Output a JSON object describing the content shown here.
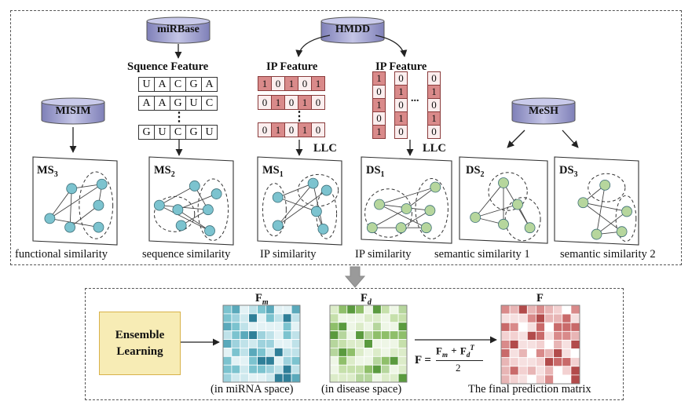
{
  "databases": {
    "mirbase": "miRBase",
    "hmdd": "HMDD",
    "misim": "MISIM",
    "mesh": "MeSH"
  },
  "sequence": {
    "title": "Squence Feature",
    "rows": [
      [
        "U",
        "A",
        "C",
        "G",
        "A"
      ],
      [
        "A",
        "A",
        "G",
        "U",
        "C"
      ],
      [
        "G",
        "U",
        "C",
        "G",
        "U"
      ]
    ],
    "ellipsis": "⋮"
  },
  "ip_feature_m": {
    "title": "IP Feature",
    "rows": [
      [
        "1",
        "0",
        "1",
        "0",
        "1"
      ],
      [
        "0",
        "1",
        "0",
        "1",
        "0"
      ],
      [
        "0",
        "1",
        "0",
        "1",
        "0"
      ]
    ],
    "ellipsis": "⋮",
    "method": "LLC"
  },
  "ip_feature_d": {
    "title": "IP Feature",
    "columns": [
      [
        "1",
        "0",
        "1",
        "0",
        "1"
      ],
      [
        "0",
        "1",
        "0",
        "1",
        "0"
      ],
      [
        "0",
        "1",
        "0",
        "1",
        "0"
      ]
    ],
    "ellipsis": "...",
    "method": "LLC"
  },
  "graphs": [
    {
      "base": "MS",
      "sub": "3",
      "caption": "functional similarity"
    },
    {
      "base": "MS",
      "sub": "2",
      "caption": "sequence similarity"
    },
    {
      "base": "MS",
      "sub": "1",
      "caption": "IP similarity"
    },
    {
      "base": "DS",
      "sub": "1",
      "caption": "IP similarity"
    },
    {
      "base": "DS",
      "sub": "2",
      "caption": "semantic similarity 1"
    },
    {
      "base": "DS",
      "sub": "3",
      "caption": "semantic similarity 2"
    }
  ],
  "ensemble": {
    "line1": "Ensemble",
    "line2": "Learning"
  },
  "matrices": {
    "fm": {
      "base": "F",
      "sub": "m",
      "caption": "(in miRNA space)"
    },
    "fd": {
      "base": "F",
      "sub": "d",
      "caption": "(in disease space)"
    },
    "f": {
      "base": "F",
      "caption": "The final prediction matrix"
    }
  },
  "formula": {
    "lhs": "F =",
    "num_a": "F",
    "num_a_sub": "m",
    "plus": "+",
    "num_b": "F",
    "num_b_sub": "d",
    "num_b_sup": "T",
    "den": "2"
  },
  "colors": {
    "mirna_node": "#7cc3cf",
    "disease_node": "#b6d69d",
    "db": "#9fa0cc",
    "ensemble_fill": "#f7ecb5",
    "ip_red": "#d98a8a"
  }
}
